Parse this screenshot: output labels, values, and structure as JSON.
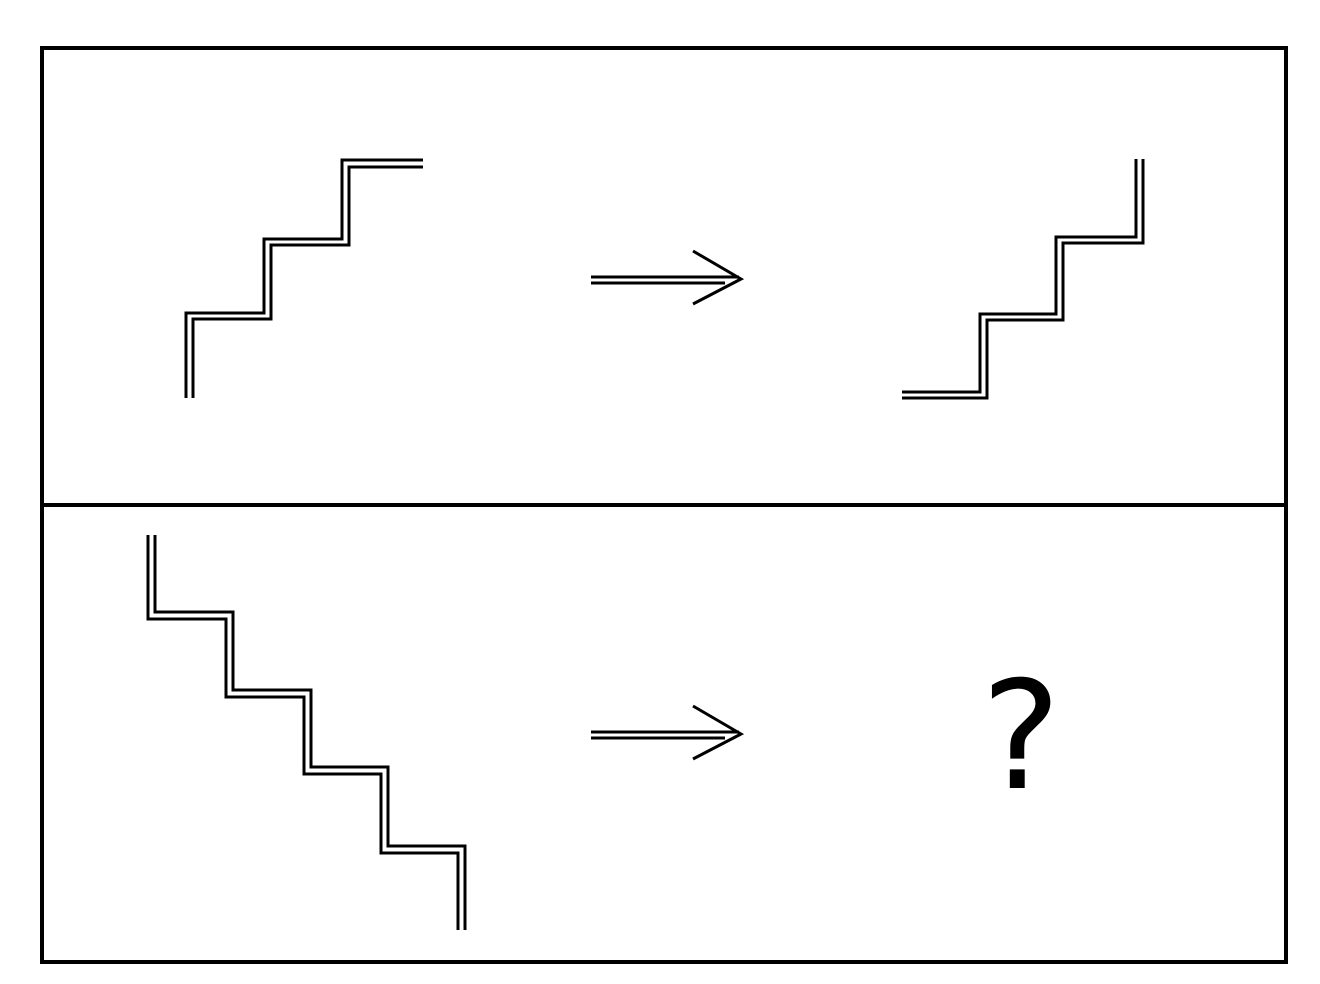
{
  "puzzle": {
    "top_row": {
      "example_figure": "staircase-ascending",
      "result_figure": "staircase-ascending-mirrored"
    },
    "bottom_row": {
      "question_figure": "staircase-descending",
      "answer_label": "?"
    },
    "arrow_icon": "right-arrow-icon"
  }
}
